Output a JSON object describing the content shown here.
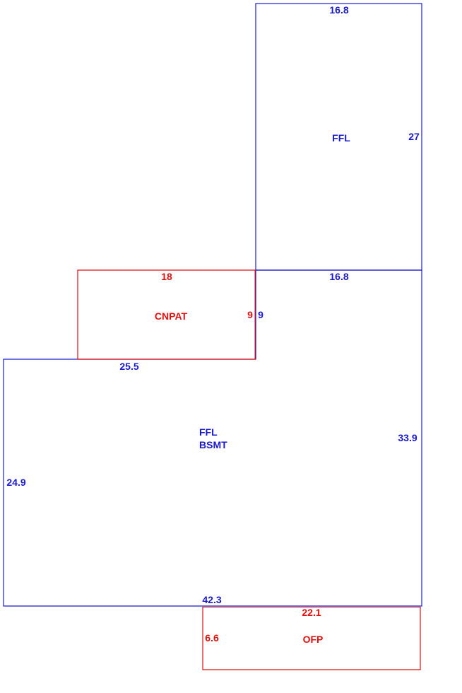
{
  "colors": {
    "living_area": "#1a1acc",
    "other_area": "#e01010"
  },
  "areas": {
    "ffl_upper": {
      "name": "FFL",
      "top": "16.8",
      "right": "27"
    },
    "cnpat": {
      "name": "CNPAT",
      "top": "18",
      "right": "9"
    },
    "main": {
      "name_line1": "FFL",
      "name_line2": "BSMT",
      "top_right": "16.8",
      "left_segment": "9",
      "top_left": "25.5",
      "right": "33.9",
      "left": "24.9",
      "bottom": "42.3"
    },
    "ofp": {
      "name": "OFP",
      "top": "22.1",
      "left": "6.6"
    }
  }
}
